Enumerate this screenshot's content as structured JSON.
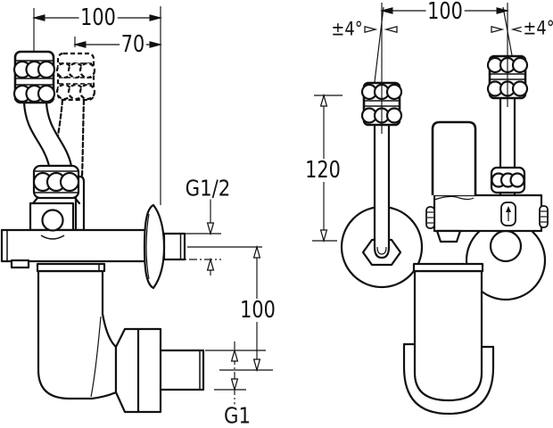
{
  "drawing": {
    "left_view": {
      "top_width": "100",
      "inner_width": "70",
      "inlet_thread": "G1/2",
      "outlet_offset": "100",
      "outlet_thread": "G1"
    },
    "right_view": {
      "pipe_spacing": "100",
      "angle_tolerance_left": "±4°",
      "angle_tolerance_right": "±4°",
      "inlet_height": "120"
    }
  },
  "colors": {
    "line": "#111111",
    "background": "#ffffff"
  }
}
